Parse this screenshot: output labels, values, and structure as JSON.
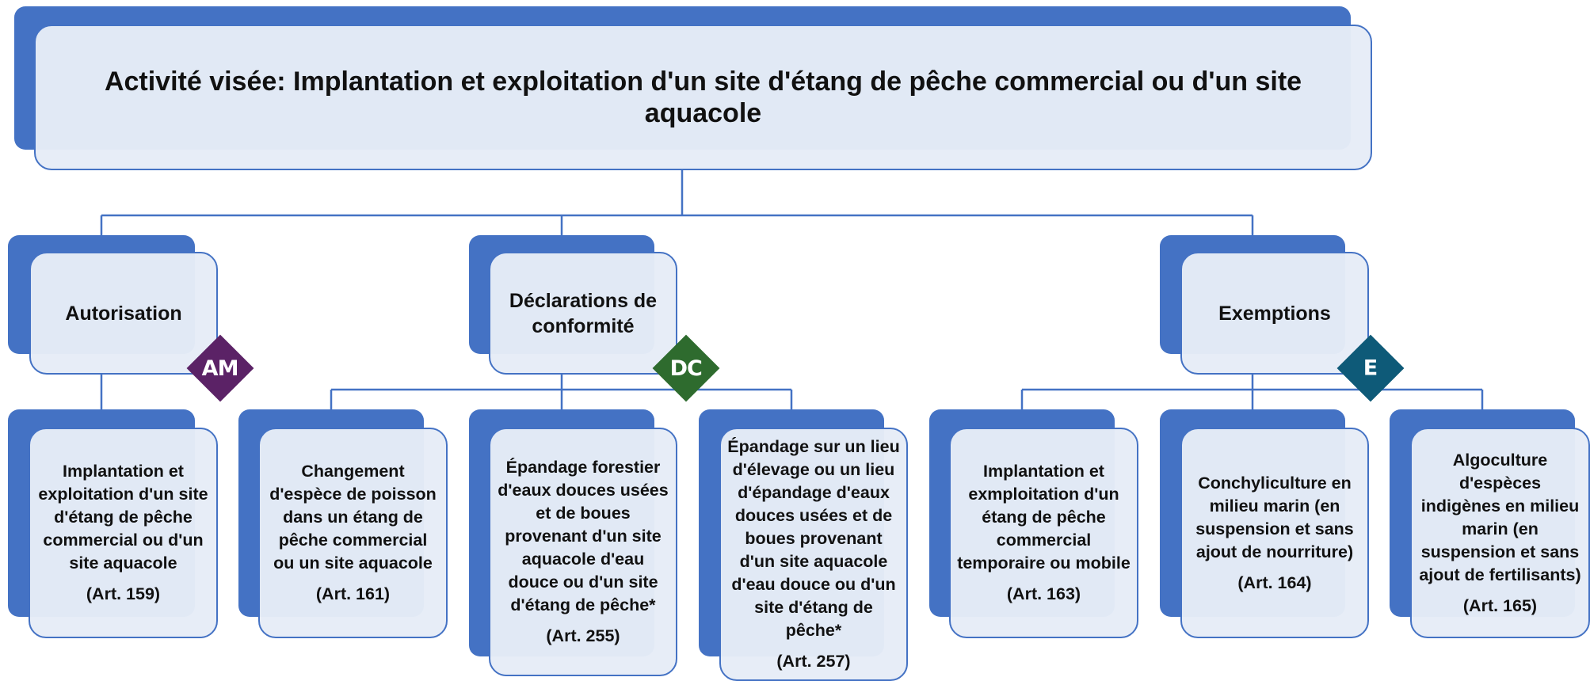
{
  "title": "Activité visée: Implantation et exploitation d'un site d'étang de pêche commercial ou d'un site aquacole",
  "colors": {
    "box_fill": "#4472c4",
    "box_border": "#4472c4",
    "box_inner": "#e6ecf7",
    "badge_am": "#5b2266",
    "badge_dc": "#2e6b2e",
    "badge_e": "#0e5a78"
  },
  "categories": [
    {
      "label": "Autorisation",
      "badge": "AM"
    },
    {
      "label": "Déclarations de conformité",
      "badge": "DC"
    },
    {
      "label": "Exemptions",
      "badge": "E"
    }
  ],
  "leaves": [
    {
      "text": "Implantation et exploitation d'un site d'étang de pêche commercial ou d'un site aquacole",
      "article": "(Art. 159)"
    },
    {
      "text": "Changement d'espèce de poisson dans un étang de pêche commercial ou un site aquacole",
      "article": "(Art. 161)"
    },
    {
      "text": "Épandage forestier d'eaux douces usées et de boues provenant d'un site aquacole d'eau douce ou d'un site d'étang de pêche*",
      "article": "(Art. 255)"
    },
    {
      "text": "Épandage sur un lieu d'élevage ou un lieu d'épandage d'eaux douces usées et de boues provenant d'un site aquacole d'eau douce ou d'un site d'étang de pêche*",
      "article": "(Art. 257)"
    },
    {
      "text": "Implantation et exmploitation d'un étang de pêche commercial temporaire ou mobile",
      "article": "(Art. 163)"
    },
    {
      "text": "Conchyliculture en milieu marin (en suspension et sans ajout de nourriture)",
      "article": "(Art. 164)"
    },
    {
      "text": "Algoculture d'espèces indigènes en milieu marin (en suspension et sans ajout de fertilisants)",
      "article": "(Art. 165)"
    }
  ]
}
